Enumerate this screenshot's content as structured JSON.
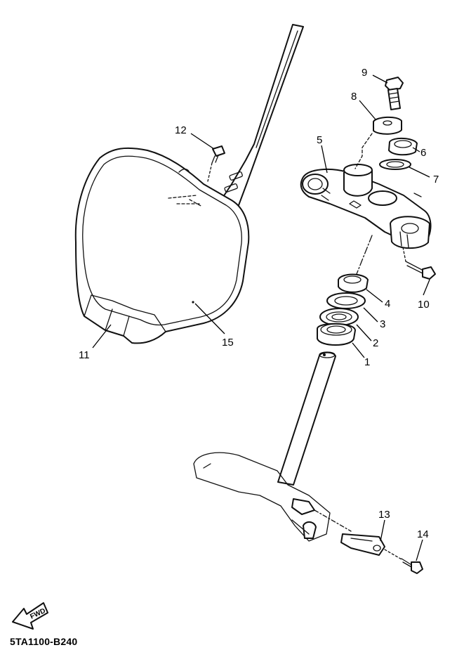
{
  "diagram": {
    "code": "5TA1100-B240",
    "fwd_text": "FWD",
    "parts": [
      {
        "id": "p1",
        "label": "1"
      },
      {
        "id": "p2",
        "label": "2"
      },
      {
        "id": "p3",
        "label": "3"
      },
      {
        "id": "p4",
        "label": "4"
      },
      {
        "id": "p5",
        "label": "5"
      },
      {
        "id": "p6",
        "label": "6"
      },
      {
        "id": "p7",
        "label": "7"
      },
      {
        "id": "p8",
        "label": "8"
      },
      {
        "id": "p9",
        "label": "9"
      },
      {
        "id": "p10",
        "label": "10"
      },
      {
        "id": "p11",
        "label": "11"
      },
      {
        "id": "p12",
        "label": "12"
      },
      {
        "id": "p13",
        "label": "13"
      },
      {
        "id": "p14",
        "label": "14"
      },
      {
        "id": "p15",
        "label": "15"
      }
    ]
  }
}
